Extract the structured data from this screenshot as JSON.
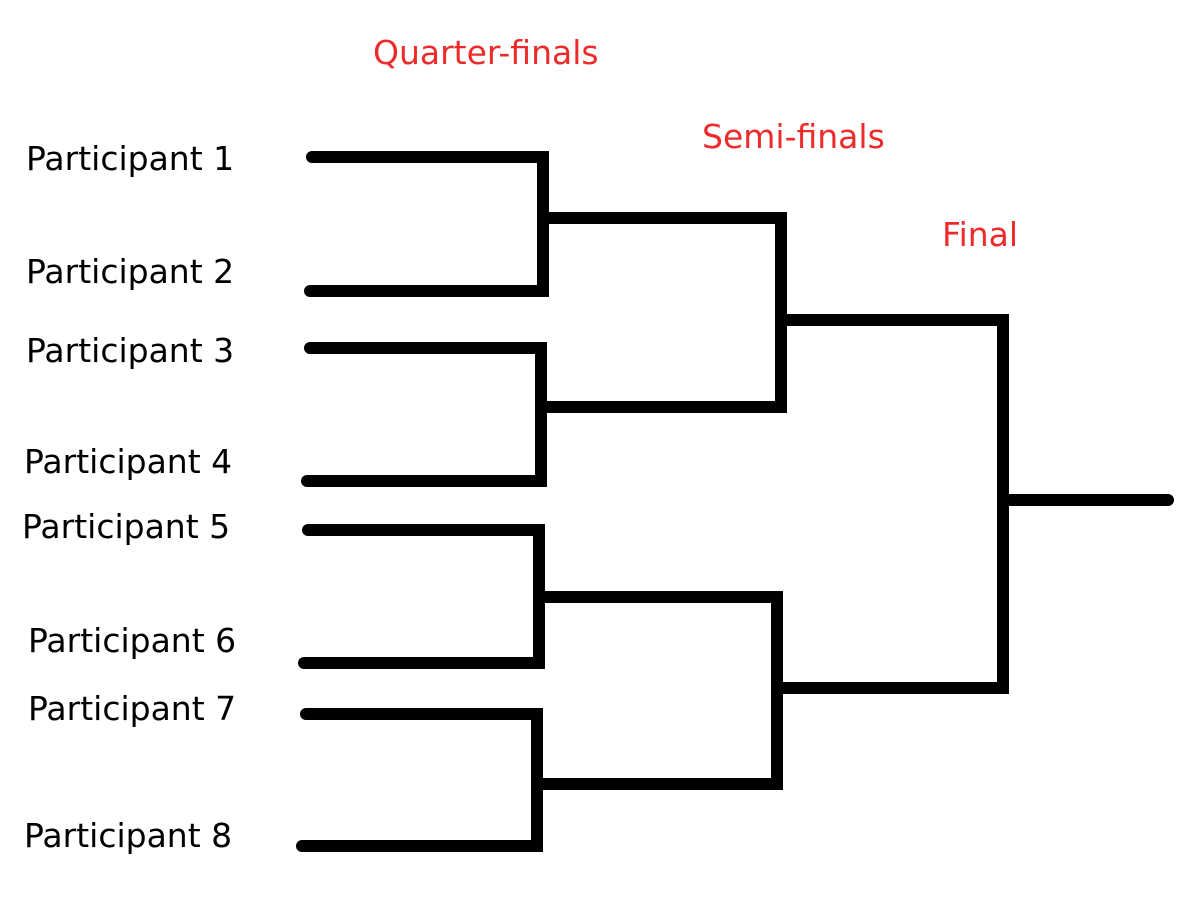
{
  "colors": {
    "round_label": "#ee2b2b",
    "line": "#000000",
    "text": "#000000",
    "background": "#ffffff"
  },
  "rounds": {
    "quarter_finals": "Quarter-finals",
    "semi_finals": "Semi-finals",
    "final": "Final"
  },
  "participants": [
    "Participant 1",
    "Participant 2",
    "Participant 3",
    "Participant 4",
    "Participant 5",
    "Participant 6",
    "Participant 7",
    "Participant 8"
  ]
}
